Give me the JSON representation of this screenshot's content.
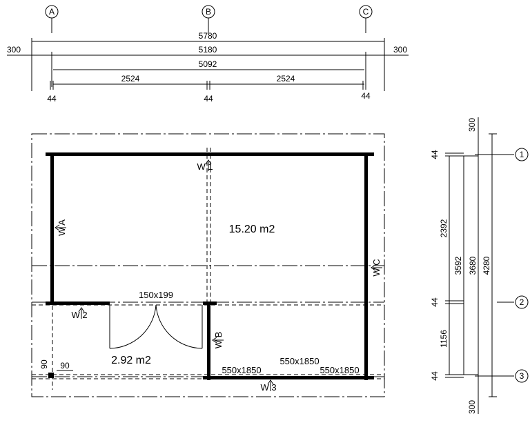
{
  "grid": {
    "cols": [
      "A",
      "B",
      "C"
    ],
    "rows": [
      "1",
      "2",
      "3"
    ]
  },
  "top_dims": {
    "overall": "5780",
    "left_overhang": "300",
    "right_overhang": "300",
    "axis_span": "5180",
    "inner_span": "5092",
    "left_bay": "2524",
    "right_bay": "2524",
    "wall_a": "44",
    "wall_b": "44",
    "wall_c": "44"
  },
  "side_dims": {
    "top_overhang": "300",
    "bottom_overhang": "300",
    "wall_1": "44",
    "wall_2": "44",
    "wall_3": "44",
    "front_room": "2392",
    "back_room": "1156",
    "inner_span": "3592",
    "axis_span": "3680",
    "overall": "4280"
  },
  "plan": {
    "main_area": "15.20 m2",
    "small_area": "2.92 m2",
    "door": "150x199",
    "window_left": "550x1850",
    "window_mid": "550x1850",
    "window_right": "550x1850",
    "corner_h": "90",
    "corner_v": "90",
    "wall_tags": {
      "w1": "W 1",
      "wa": "W A",
      "wc": "W C",
      "w2": "W 2",
      "wb": "W B",
      "w3": "W 3"
    }
  }
}
